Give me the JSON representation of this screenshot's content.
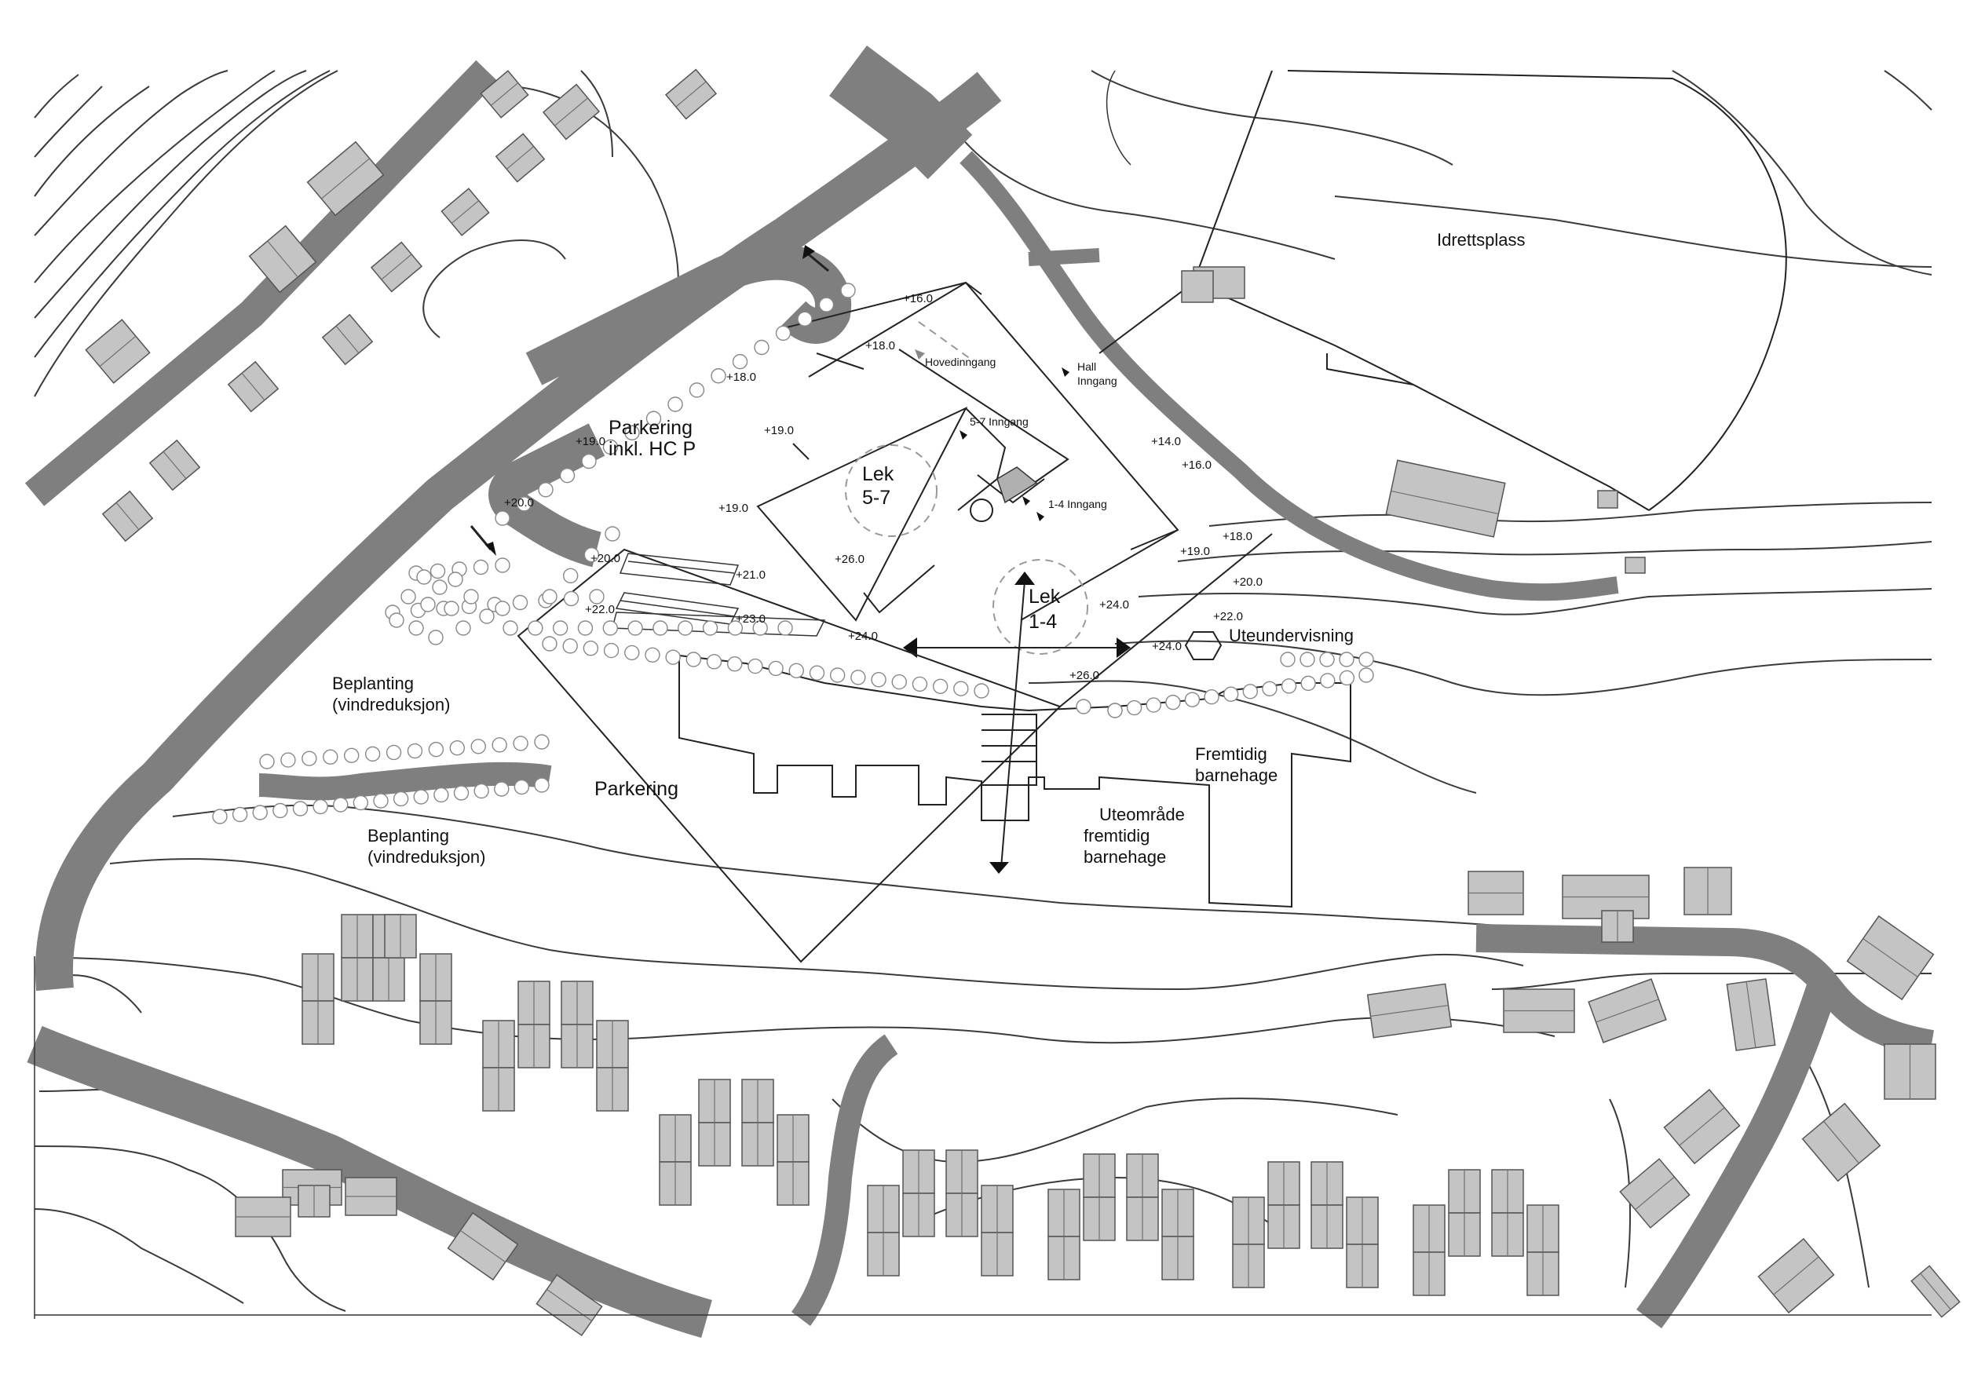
{
  "labels": {
    "idrettsplass": "Idrettsplass",
    "parkering_hc_line1": "Parkering",
    "parkering_hc_line2": "inkl. HC P",
    "parkering": "Parkering",
    "beplanting1_line1": "Beplanting",
    "beplanting1_line2": "(vindreduksjon)",
    "beplanting2_line1": "Beplanting",
    "beplanting2_line2": "(vindreduksjon)",
    "lek57_line1": "Lek",
    "lek57_line2": "5-7",
    "lek14_line1": "Lek",
    "lek14_line2": "1-4",
    "hovedinngang": "Hovedinngang",
    "hall_line1": "Hall",
    "hall_line2": "Inngang",
    "inngang57": "5-7 Inngang",
    "inngang14": "1-4 Inngang",
    "uteundervisning": "Uteundervisning",
    "fremtidig_line1": "Fremtidig",
    "fremtidig_line2": "barnehage",
    "uteomrade_line1": "Uteområde",
    "uteomrade_line2": "fremtidig",
    "uteomrade_line3": "barnehage"
  },
  "elevations": [
    "+16.0",
    "+18.0",
    "+18.0",
    "+19.0",
    "+19.0",
    "+19.0",
    "+20.0",
    "+20.0",
    "+21.0",
    "+22.0",
    "+23.0",
    "+26.0",
    "+24.0",
    "+24.0",
    "+14.0",
    "+16.0",
    "+18.0",
    "+19.0",
    "+20.0",
    "+22.0",
    "+24.0",
    "+26.0"
  ],
  "colors": {
    "road": "#7f7f7f",
    "house": "#c4c4c4",
    "contour": "#3a3a3a"
  }
}
